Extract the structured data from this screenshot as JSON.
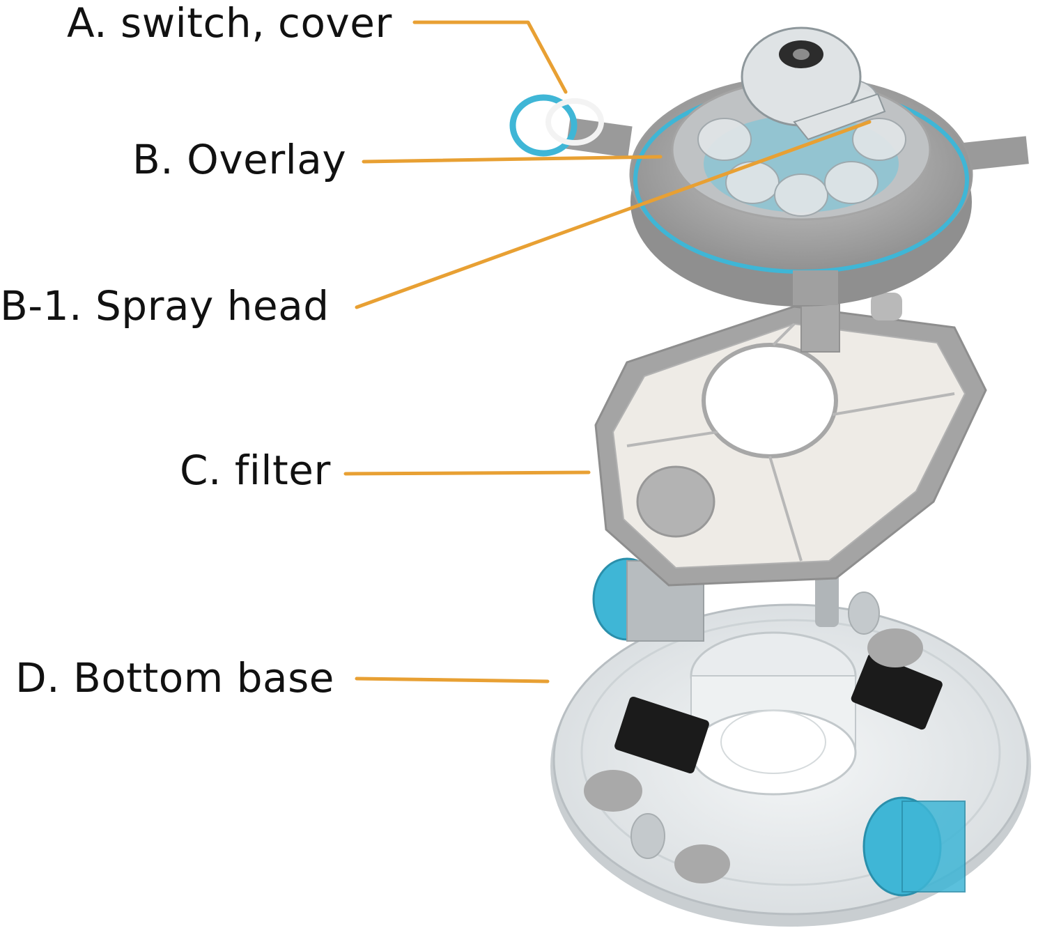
{
  "labels": {
    "switch_cover": "A. switch, cover",
    "overlay": "B. Overlay",
    "spray_head": "B-1. Spray head",
    "filter": "C. filter",
    "bottom_base": "D. Bottom base"
  },
  "colors": {
    "leader_line": "#E8A033",
    "accent_blue": "#3FB6D6",
    "plastic_gray": "#9A9A9A",
    "filter_fill": "#EEEBE6",
    "clear_plastic": "#E4E8EB"
  }
}
